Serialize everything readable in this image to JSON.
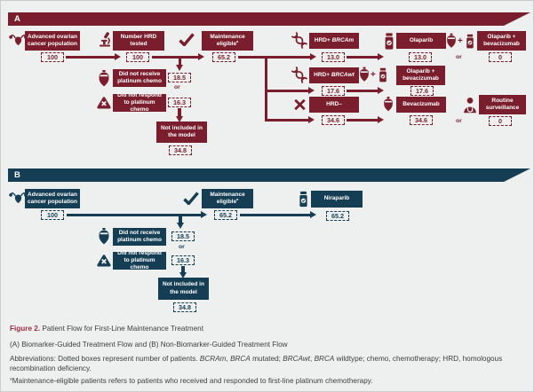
{
  "colors": {
    "panel_a": "#7a1e2d",
    "panel_b": "#153e54",
    "background": "#edf0ef",
    "caption_text": "#3e4041",
    "figure_label": "#9e2b3e"
  },
  "icons": {
    "plus": "+"
  },
  "panelA": {
    "label": "A",
    "adv_pop": "Advanced ovarian cancer population",
    "adv_pop_val": "100",
    "hrd_tested": "Number HRD tested",
    "hrd_tested_val": "100",
    "maint": "Maintenance eligible",
    "maint_sup": "a",
    "maint_val": "65.2",
    "no_receive": "Did not receive platinum chemo",
    "no_receive_val": "18.5",
    "or_left": "or",
    "no_respond": "Did not respond to platinum chemo",
    "no_respond_val": "16.3",
    "not_included": "Not included in the model",
    "not_included_val": "34.8",
    "hrd_pos_prefix": "HRD+ ",
    "brcam": "BRCAm",
    "hrd_brcam_val": "13.0",
    "olaparib": "Olaparib",
    "olaparib_val": "13.0",
    "or_row1": "or",
    "olaparib_bev": "Olaparib + bevacizumab",
    "olaparib_bev_val_row1": "0",
    "brcawt": "BRCAwt",
    "hrd_brcawt_val": "17.6",
    "olaparib_bev_val_row2": "17.6",
    "hrd_neg": "HRD–",
    "hrd_neg_val": "34.6",
    "bevacizumab": "Bevacizumab",
    "bevacizumab_val": "34.6",
    "or_row3": "or",
    "routine": "Routine surveillance",
    "routine_val": "0"
  },
  "panelB": {
    "label": "B",
    "adv_pop": "Advanced ovarian cancer population",
    "adv_pop_val": "100",
    "maint": "Maintenance eligible",
    "maint_sup": "a",
    "maint_val": "65.2",
    "niraparib": "Niraparib",
    "niraparib_val": "65.2",
    "no_receive": "Did not receive platinum chemo",
    "no_receive_val": "18.5",
    "or_left": "or",
    "no_respond": "Did not respond to platinum chemo",
    "no_respond_val": "16.3",
    "not_included": "Not included in the model",
    "not_included_val": "34.8"
  },
  "caption": {
    "fig_label": "Figure 2.",
    "fig_title": " Patient Flow for First-Line Maintenance Treatment",
    "line2": "(A) Biomarker-Guided Treatment Flow and (B) Non-Biomarker-Guided Treatment Flow",
    "abbr_1": "Abbreviations: Dotted boxes represent number of patients. ",
    "abbr_i1": "BCRAm",
    "abbr_2": ", ",
    "abbr_i2": "BRCA",
    "abbr_3": " mutated; ",
    "abbr_i3": "BRCAwt",
    "abbr_4": ", ",
    "abbr_i4": "BRCA",
    "abbr_5": " wildtype; chemo, chemotherapy; HRD, homologous recombination deficiency.",
    "fn_sup": "a",
    "fn_text": "Maintenance-eligible patients refers to patients who received and responded to first-line platinum chemotherapy."
  }
}
